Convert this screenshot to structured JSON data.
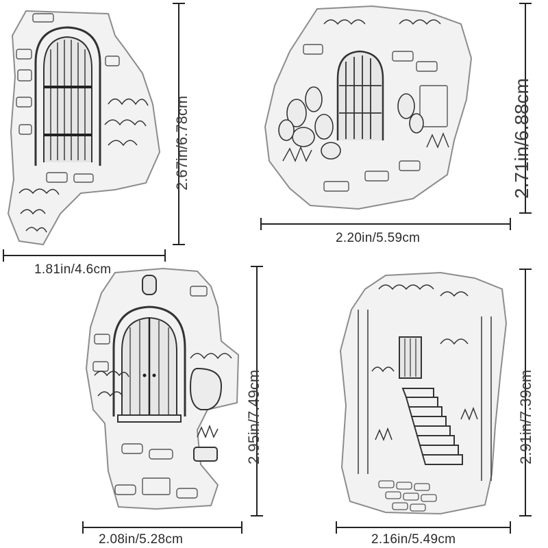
{
  "stamps": [
    {
      "subject": "arched-wooden-door",
      "width_label": "1.81in/4.6cm",
      "height_label": "2.67in/6.78cm"
    },
    {
      "subject": "cactus-garden-gate",
      "width_label": "2.20in/5.59cm",
      "height_label": "2.71in/6.88cm"
    },
    {
      "subject": "double-door-with-urn",
      "width_label": "2.08in/5.28cm",
      "height_label": "2.95in/7.49cm"
    },
    {
      "subject": "stone-staircase-alley",
      "width_label": "2.16in/5.49cm",
      "height_label": "2.91in/7.39cm"
    }
  ],
  "colors": {
    "ink": "#222222",
    "stamp_fill": "#f2f2f2",
    "stamp_edge": "#9a9a9a"
  }
}
